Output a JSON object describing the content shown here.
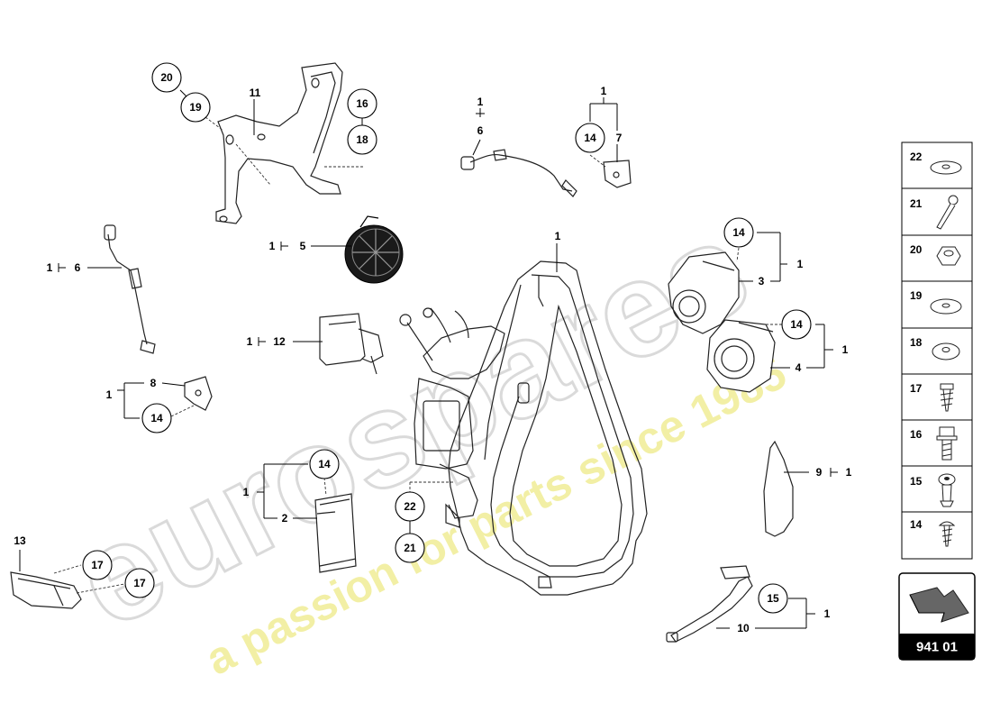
{
  "watermark": {
    "brand": "eurospares",
    "tagline": "a passion for parts since 1985",
    "brand_color": "#d8d8d8",
    "tagline_color": "#f2ef9a"
  },
  "diagram_ref": "941 01",
  "part_labels": {
    "p1": "1",
    "p2": "2",
    "p3": "3",
    "p4": "4",
    "p5": "5",
    "p6": "6",
    "p7": "7",
    "p8": "8",
    "p9": "9",
    "p10": "10",
    "p11": "11",
    "p12": "12",
    "p13": "13"
  },
  "bubbles": {
    "b14": "14",
    "b15": "15",
    "b16": "16",
    "b17": "17",
    "b18": "18",
    "b19": "19",
    "b20": "20",
    "b21": "21",
    "b22": "22"
  },
  "legend": [
    {
      "num": "22",
      "icon": "washer-icon"
    },
    {
      "num": "21",
      "icon": "long-screw-icon"
    },
    {
      "num": "20",
      "icon": "hex-nut-icon"
    },
    {
      "num": "19",
      "icon": "washer-icon"
    },
    {
      "num": "18",
      "icon": "washer-icon"
    },
    {
      "num": "17",
      "icon": "self-tapping-screw-icon"
    },
    {
      "num": "16",
      "icon": "flange-bolt-icon"
    },
    {
      "num": "15",
      "icon": "expansion-rivet-icon"
    },
    {
      "num": "14",
      "icon": "self-tapping-screw-icon"
    }
  ],
  "colors": {
    "line": "#222222",
    "bubble_stroke": "#000000",
    "ref_box": "#000000"
  }
}
